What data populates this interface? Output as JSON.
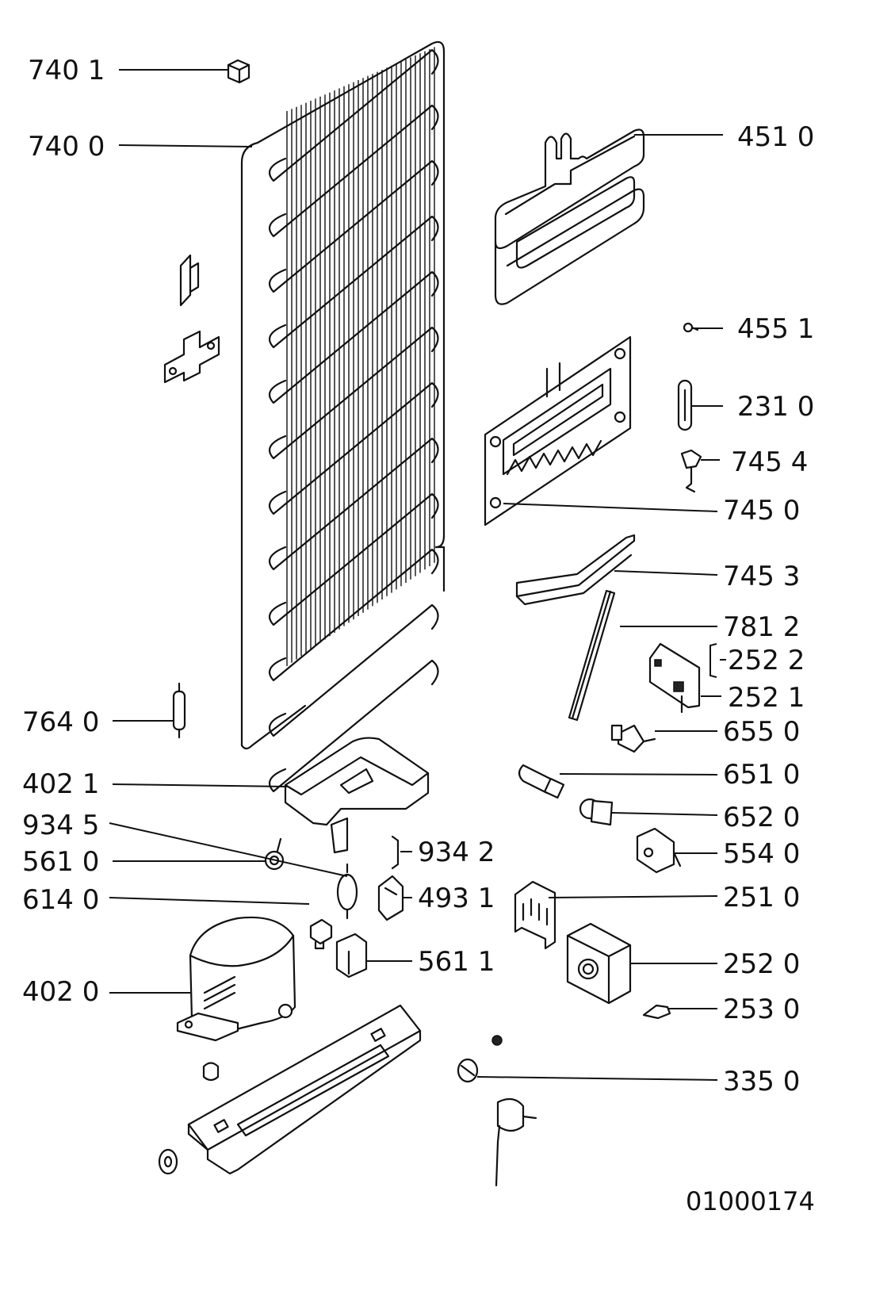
{
  "drawing_number": "01000174",
  "callouts": [
    {
      "label": "740 1"
    },
    {
      "label": "740 0"
    },
    {
      "label": "451 0"
    },
    {
      "label": "455 1"
    },
    {
      "label": "231 0"
    },
    {
      "label": "745 4"
    },
    {
      "label": "745 0"
    },
    {
      "label": "745 3"
    },
    {
      "label": "781 2"
    },
    {
      "label": "252 2"
    },
    {
      "label": "252 1"
    },
    {
      "label": "764 0"
    },
    {
      "label": "655 0"
    },
    {
      "label": "402 1"
    },
    {
      "label": "651 0"
    },
    {
      "label": "934 5"
    },
    {
      "label": "652 0"
    },
    {
      "label": "561 0"
    },
    {
      "label": "934 2"
    },
    {
      "label": "554 0"
    },
    {
      "label": "614 0"
    },
    {
      "label": "493 1"
    },
    {
      "label": "251 0"
    },
    {
      "label": "561 1"
    },
    {
      "label": "402 0"
    },
    {
      "label": "252 0"
    },
    {
      "label": "253 0"
    },
    {
      "label": "335 0"
    }
  ]
}
